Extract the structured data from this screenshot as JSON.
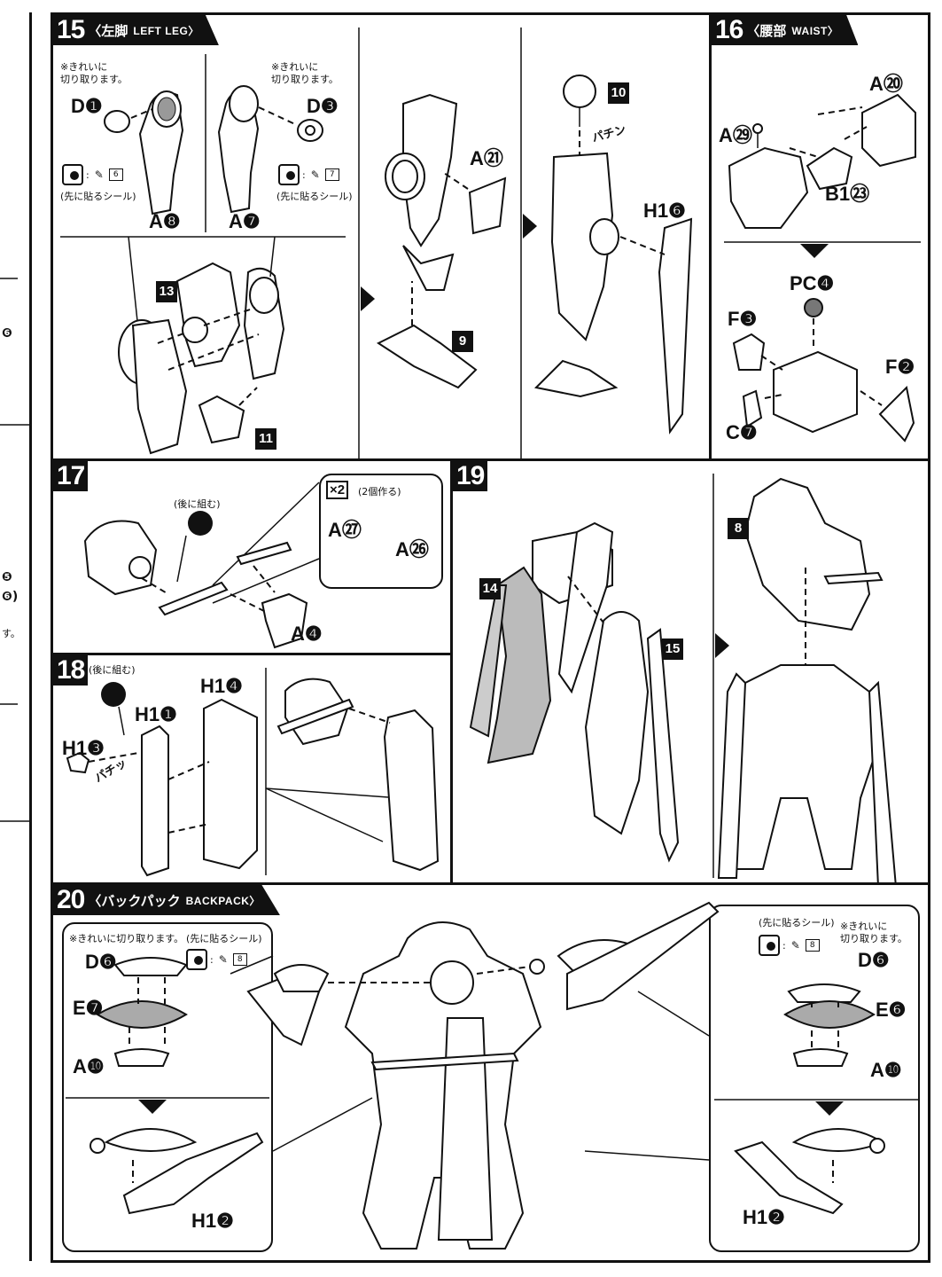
{
  "step15": {
    "num": "15",
    "title_jp": "〈左脚",
    "title_en": "LEFT LEG〉",
    "note_left": "※きれいに\n切り取ります。",
    "note_right": "※きれいに\n切り取ります。",
    "seal_left": "(先に貼るシール)",
    "seal_right": "(先に貼るシール)",
    "seal_left_num": "6",
    "seal_right_num": "7",
    "labels": {
      "d1": "D❶",
      "d3": "D❸",
      "a8": "A❽",
      "a7": "A❼",
      "a21": "A㉑",
      "h16": "H1❻",
      "pachin": "パチン"
    },
    "tags": {
      "t13": "13",
      "t11": "11",
      "t9": "9",
      "t10": "10"
    }
  },
  "step16": {
    "num": "16",
    "title_jp": "〈腰部",
    "title_en": "WAIST〉",
    "labels": {
      "a20": "A⑳",
      "a29": "A㉙",
      "b123": "B1㉓",
      "pc4": "PC❹",
      "f3": "F❸",
      "f2": "F❷",
      "c7": "C❼"
    }
  },
  "step17": {
    "num": "17",
    "later": "(後に組む)",
    "x2": "×2",
    "x2_note": "(2個作る)",
    "labels": {
      "a27": "A㉗",
      "a26": "A㉖",
      "a4": "A❹"
    }
  },
  "step18": {
    "num": "18",
    "later": "(後に組む)",
    "labels": {
      "h11": "H1❶",
      "h14": "H1❹",
      "h13": "H1❸",
      "pachi": "パチッ"
    }
  },
  "step19": {
    "num": "19",
    "tags": {
      "t14": "14",
      "t15": "15",
      "t8": "8"
    }
  },
  "step20": {
    "num": "20",
    "title_jp": "〈バックパック",
    "title_en": "BACKPACK〉",
    "left": {
      "note": "※きれいに切り取ります。",
      "seal": "(先に貼るシール)",
      "seal_num": "8",
      "d6": "D❻",
      "e7": "E❼",
      "a10": "A❿",
      "h12": "H1❷"
    },
    "right": {
      "note": "※きれいに\n切り取ります。",
      "seal": "(先に貼るシール)",
      "seal_num": "8",
      "d6": "D❻",
      "e6": "E❻",
      "a10": "A❿",
      "h12": "H1❷"
    }
  },
  "left_strip": {
    "frag1": "❻",
    "frag2": "❺",
    "frag3": "❻)",
    "frag4": "す。"
  },
  "icons": {
    "arrow_right": "arrow-right-icon",
    "arrow_down": "arrow-down-icon"
  }
}
